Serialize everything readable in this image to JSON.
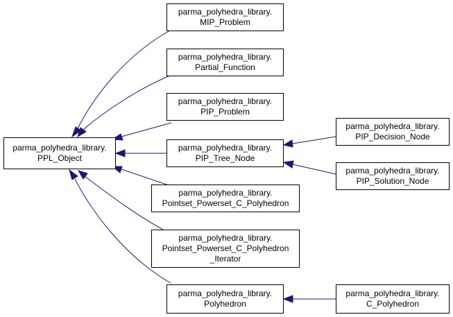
{
  "colors": {
    "edge": "#191970",
    "node_border": "#000000",
    "node_fill": "#ffffff"
  },
  "nodes": {
    "ppl_object": {
      "line1": "parma_polyhedra_library.",
      "line2": "PPL_Object"
    },
    "mip_problem": {
      "line1": "parma_polyhedra_library.",
      "line2": "MIP_Problem"
    },
    "partial_function": {
      "line1": "parma_polyhedra_library.",
      "line2": "Partial_Function"
    },
    "pip_problem": {
      "line1": "parma_polyhedra_library.",
      "line2": "PIP_Problem"
    },
    "pip_tree_node": {
      "line1": "parma_polyhedra_library.",
      "line2": "PIP_Tree_Node"
    },
    "pointset_powerset": {
      "line1": "parma_polyhedra_library.",
      "line2": "Pointset_Powerset_C_Polyhedron"
    },
    "pointset_powerset_iterator": {
      "line1": "parma_polyhedra_library.",
      "line2": "Pointset_Powerset_C_Polyhedron",
      "line3": "_Iterator"
    },
    "polyhedron": {
      "line1": "parma_polyhedra_library.",
      "line2": "Polyhedron"
    },
    "pip_decision_node": {
      "line1": "parma_polyhedra_library.",
      "line2": "PIP_Decision_Node"
    },
    "pip_solution_node": {
      "line1": "parma_polyhedra_library.",
      "line2": "PIP_Solution_Node"
    },
    "c_polyhedron": {
      "line1": "parma_polyhedra_library.",
      "line2": "C_Polyhedron"
    }
  },
  "edges": [
    {
      "from": "mip_problem",
      "to": "ppl_object"
    },
    {
      "from": "partial_function",
      "to": "ppl_object"
    },
    {
      "from": "pip_problem",
      "to": "ppl_object"
    },
    {
      "from": "pip_tree_node",
      "to": "ppl_object"
    },
    {
      "from": "pointset_powerset",
      "to": "ppl_object"
    },
    {
      "from": "pointset_powerset_iterator",
      "to": "ppl_object"
    },
    {
      "from": "polyhedron",
      "to": "ppl_object"
    },
    {
      "from": "pip_decision_node",
      "to": "pip_tree_node"
    },
    {
      "from": "pip_solution_node",
      "to": "pip_tree_node"
    },
    {
      "from": "c_polyhedron",
      "to": "polyhedron"
    }
  ]
}
